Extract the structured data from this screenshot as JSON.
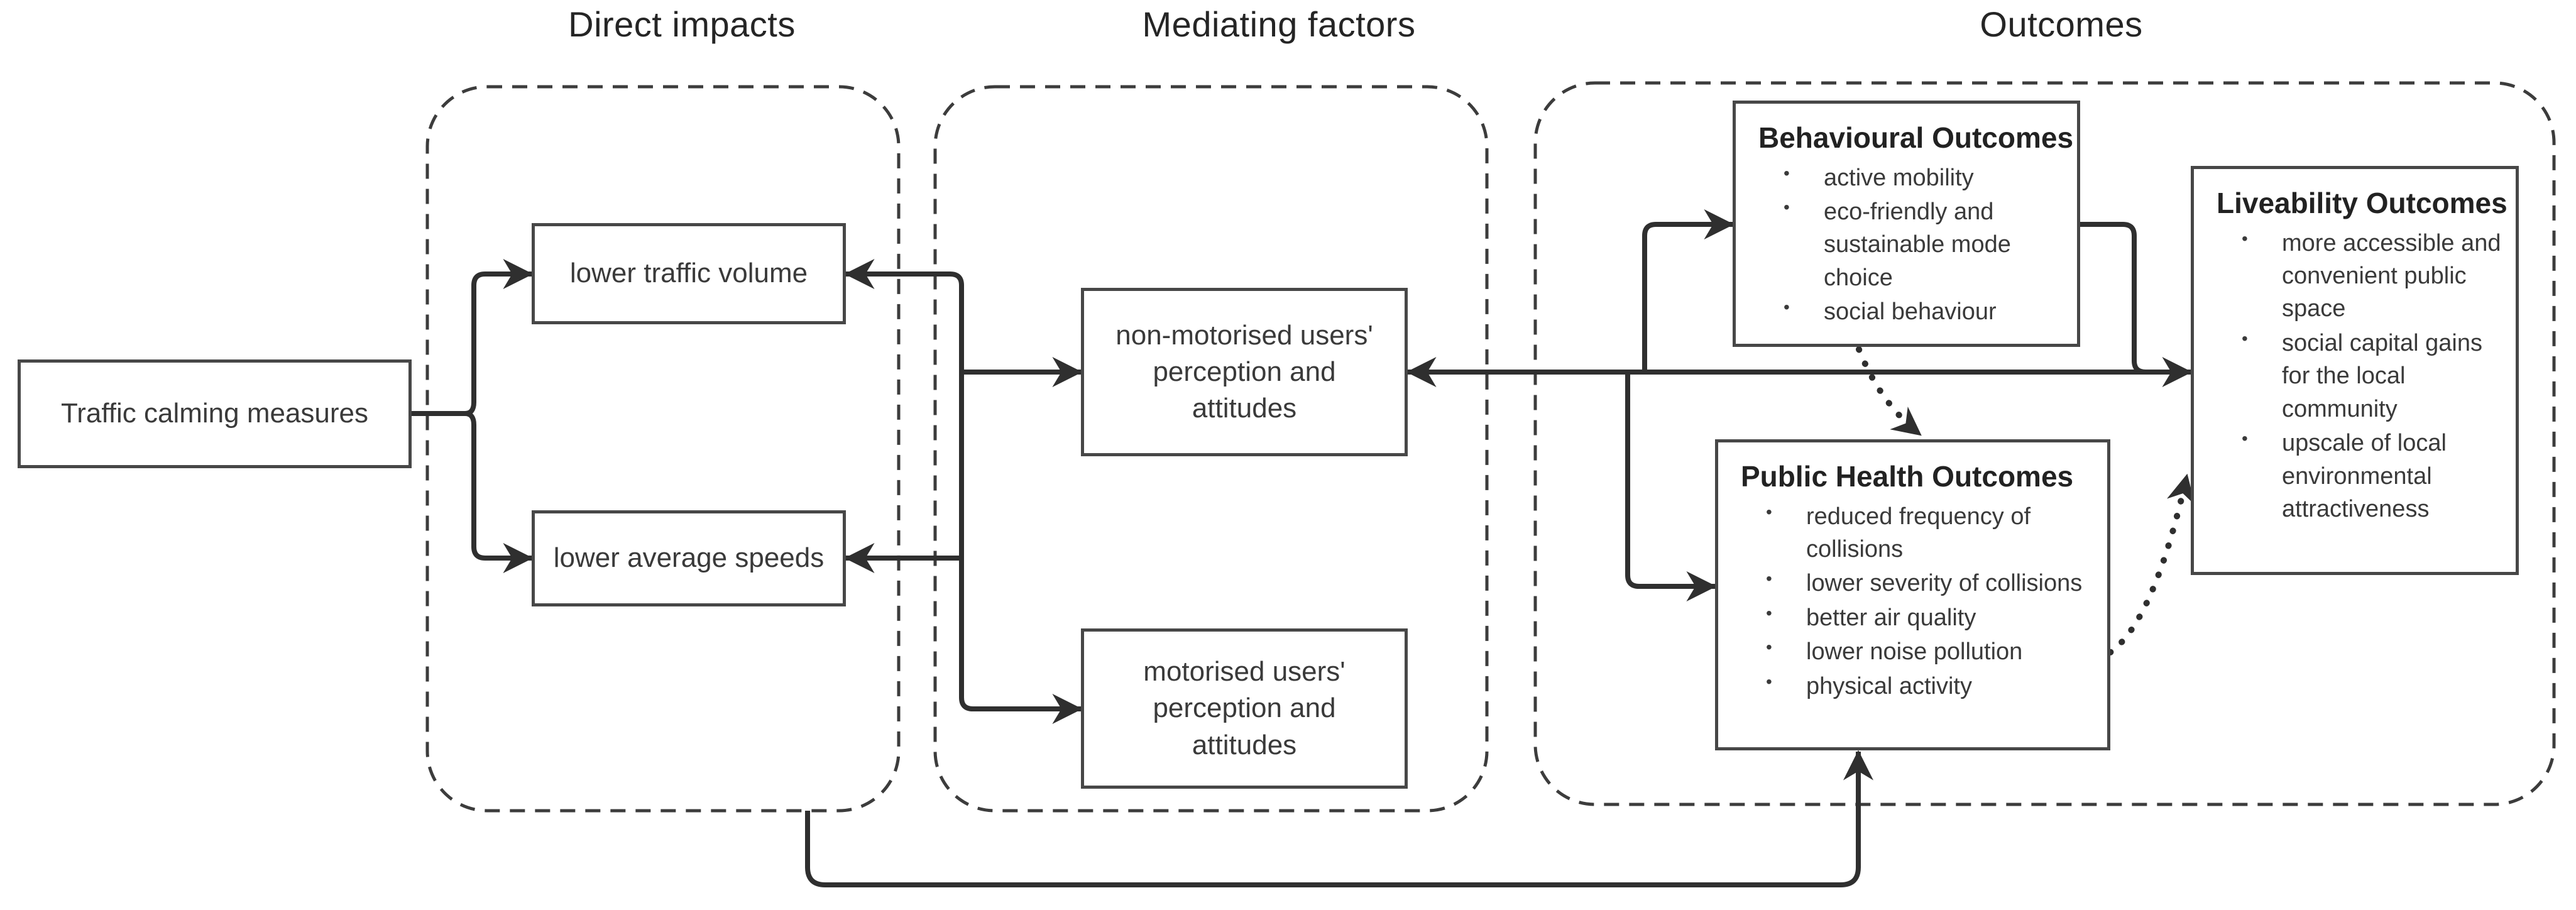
{
  "diagram": {
    "section_titles": {
      "direct_impacts": "Direct impacts",
      "mediating_factors": "Mediating factors",
      "outcomes": "Outcomes"
    },
    "nodes": {
      "traffic_calming": {
        "label": "Traffic calming measures"
      },
      "lower_traffic_volume": {
        "label": "lower traffic volume"
      },
      "lower_average_speeds": {
        "label": "lower average speeds"
      },
      "non_motorised_users": {
        "label": "non-motorised users' perception and attitudes"
      },
      "motorised_users": {
        "label": "motorised users' perception and attitudes"
      },
      "behavioural_outcomes": {
        "title": "Behavioural Outcomes",
        "bullets": [
          "active mobility",
          "eco-friendly and sustainable mode choice",
          "social behaviour"
        ]
      },
      "public_health_outcomes": {
        "title": "Public Health Outcomes",
        "bullets": [
          "reduced frequency of collisions",
          "lower severity of collisions",
          "better air quality",
          "lower noise pollution",
          "physical activity"
        ]
      },
      "liveability_outcomes": {
        "title": "Liveability Outcomes",
        "bullets": [
          "more accessible and convenient public space",
          "social capital gains for the local community",
          "upscale of local environmental attractiveness"
        ]
      }
    },
    "colors": {
      "connector": "#2f2f2f",
      "box_border": "#474747",
      "dashed_border": "#3c3c3c",
      "background": "#ffffff"
    }
  }
}
